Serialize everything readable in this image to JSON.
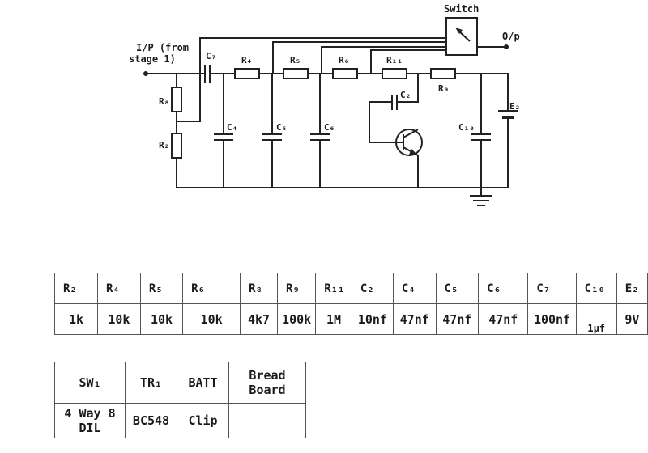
{
  "schematic": {
    "labels": {
      "input": [
        "I/P (from",
        "stage 1)"
      ],
      "switch": "Switch",
      "output": "O/p",
      "C7": "C₇",
      "R4": "R₄",
      "R5": "R₅",
      "R6": "R₆",
      "R11": "R₁₁",
      "R8": "R₈",
      "R2": "R₂",
      "C2": "C₂",
      "R9": "R₉",
      "C4": "C₄",
      "C5": "C₅",
      "C6": "C₆",
      "C10": "C₁₀",
      "E2": "E₂"
    }
  },
  "parts_table": {
    "headers": [
      "R₂",
      "R₄",
      "R₅",
      "R₆",
      "R₈",
      "R₉",
      "R₁₁",
      "C₂",
      "C₄",
      "C₅",
      "C₆",
      "C₇",
      "C₁₀",
      "E₂"
    ],
    "values": [
      "1k",
      "10k",
      "10k",
      "10k",
      "4k7",
      "100k",
      "1M",
      "10nf",
      "47nf",
      "47nf",
      "47nf",
      "100nf",
      "1μf",
      "9V"
    ]
  },
  "misc_table": {
    "headers": [
      "SW₁",
      "TR₁",
      "BATT",
      "Bread Board"
    ],
    "values": [
      "4 Way 8 DIL",
      "BC548",
      "Clip",
      ""
    ]
  }
}
